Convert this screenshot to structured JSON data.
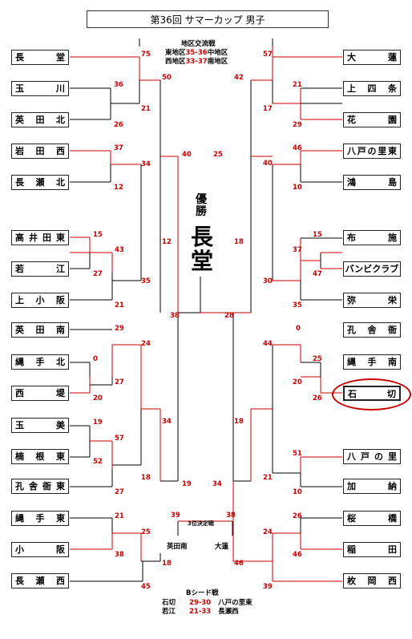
{
  "title": "第36回 サマーカップ 男子",
  "header_note": {
    "line1": "地区交流戦",
    "line2_prefix": "東地区",
    "line2_score": "35-36",
    "line2_suffix": "中地区",
    "line3_prefix": "西地区",
    "line3_score": "33-37",
    "line3_suffix": "南地区"
  },
  "champion": {
    "label": "優勝",
    "name": "長堂"
  },
  "left_teams": [
    "長堂",
    "玉川",
    "英田北",
    "岩田西",
    "長瀬北",
    "高井田東",
    "若江",
    "上小阪",
    "英田南",
    "縄手北",
    "西堤",
    "玉美",
    "楠根東",
    "孔舎衙東",
    "縄手東",
    "小阪",
    "長瀬西"
  ],
  "right_teams": [
    "大蓮",
    "上四条",
    "花園",
    "八戸の里東",
    "鴻島",
    "布施",
    "バンビクラブ",
    "弥栄",
    "孔舎衙",
    "縄手南",
    "石切",
    "八戸の里",
    "加納",
    "桜橋",
    "稲田",
    "枚岡西"
  ],
  "scores": {
    "l1": "75",
    "l2": "36",
    "l3": "26",
    "l4": "21",
    "l5": "50",
    "l6": "37",
    "l7": "12",
    "l8": "34",
    "l9": "15",
    "l10": "43",
    "l11": "27",
    "l12": "21",
    "l13": "35",
    "l14": "12",
    "l15": "40",
    "l16": "29",
    "l17": "0",
    "l18": "27",
    "l19": "20",
    "l20": "24",
    "l21": "19",
    "l22": "57",
    "l23": "52",
    "l24": "27",
    "l25": "18",
    "l26": "34",
    "l27": "21",
    "l28": "38",
    "l29": "25",
    "l30": "45",
    "l31": "18",
    "l32": "19",
    "l33": "38",
    "r1": "57",
    "r2": "21",
    "r3": "29",
    "r4": "17",
    "r5": "42",
    "r6": "46",
    "r7": "10",
    "r8": "40",
    "r9": "25",
    "r10": "15",
    "r11": "37",
    "r12": "47",
    "r13": "35",
    "r14": "30",
    "r15": "18",
    "r16": "0",
    "r17": "25",
    "r18": "20",
    "r19": "26",
    "r20": "44",
    "r21": "51",
    "r22": "10",
    "r23": "21",
    "r24": "18",
    "r25": "26",
    "r26": "46",
    "r27": "24",
    "r28": "39",
    "r29": "46",
    "r30": "34",
    "r31": "28"
  },
  "third_place": {
    "label": "3位決定戦",
    "left_team": "英田南",
    "right_team": "大蓮",
    "left_score": "39",
    "right_score": "38"
  },
  "b_seed": {
    "title": "Bシード戦",
    "row1_left": "石切",
    "row1_score": "29-30",
    "row1_right": "八戸の里東",
    "row2_left": "若江",
    "row2_score": "21-33",
    "row2_right": "長瀬西"
  }
}
